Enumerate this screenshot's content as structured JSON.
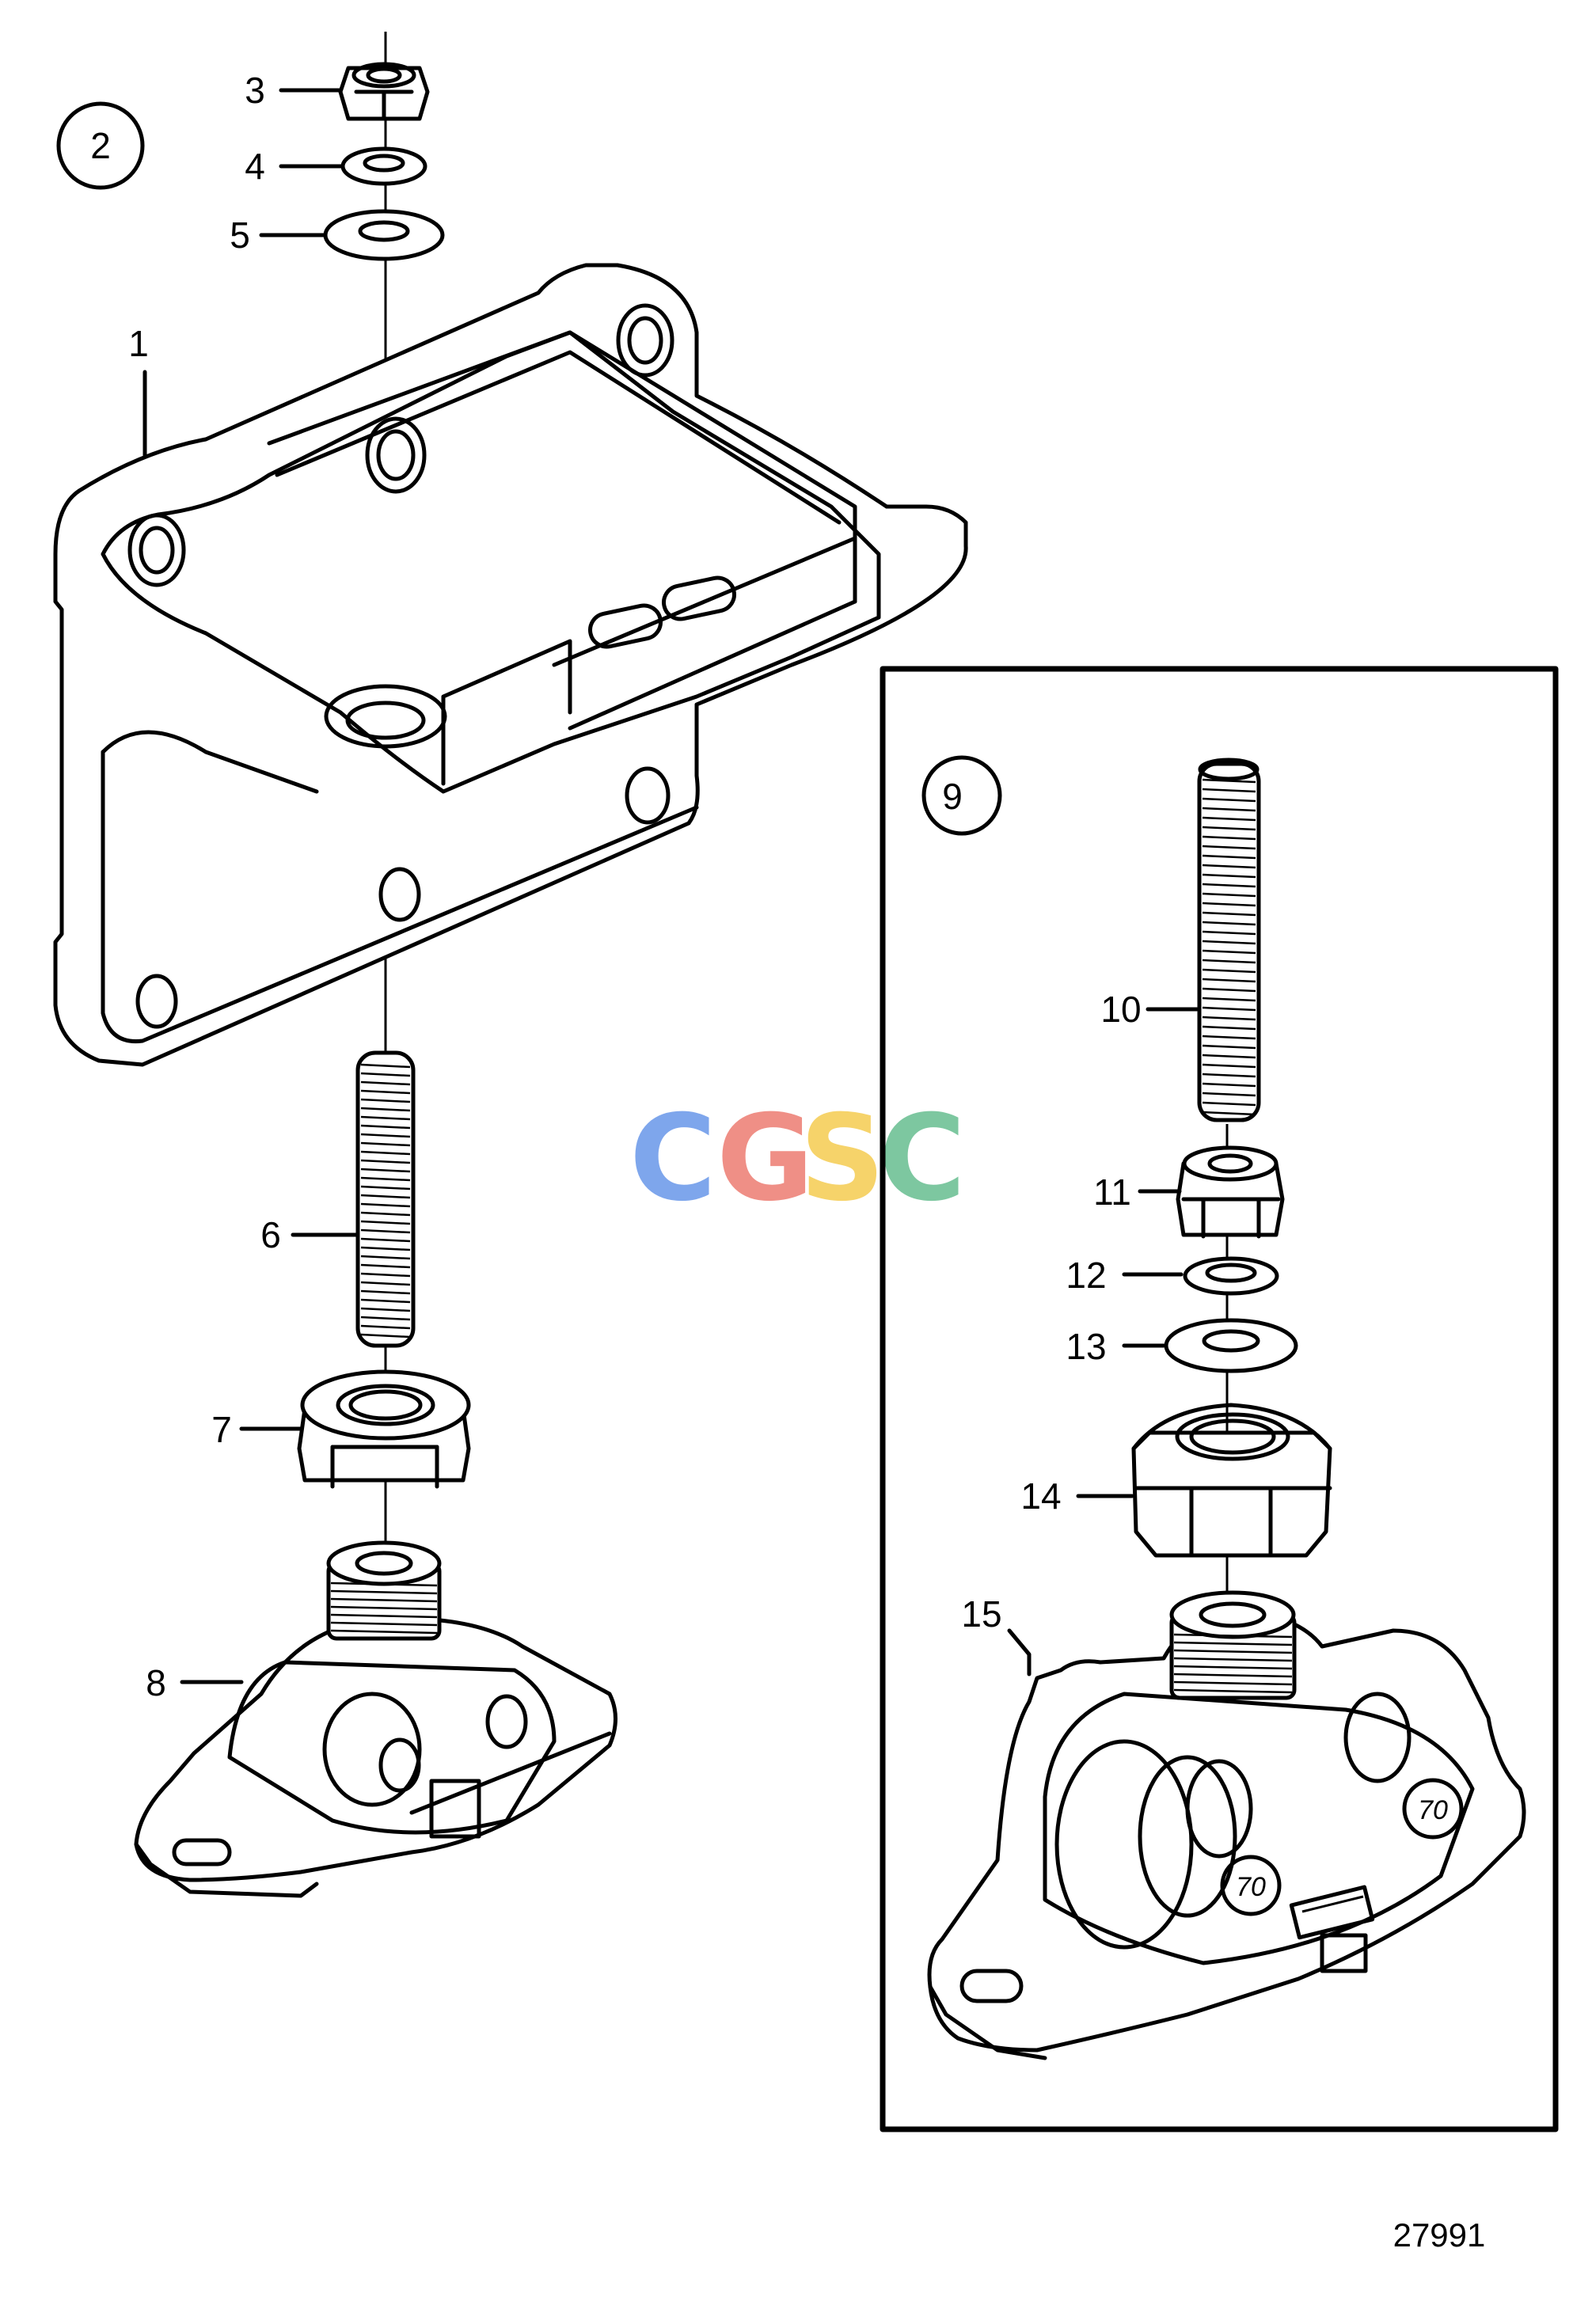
{
  "figure_number": "27991",
  "watermark": {
    "letters": [
      "C",
      "G",
      "S",
      "C"
    ],
    "colors": [
      "#7ea6ec",
      "#ef8f86",
      "#f6d36a",
      "#7dc7a0"
    ]
  },
  "assembly_circles": [
    "2",
    "9"
  ],
  "callouts": {
    "c1": "1",
    "c3": "3",
    "c4": "4",
    "c5": "5",
    "c6": "6",
    "c7": "7",
    "c8": "8",
    "c10": "10",
    "c11": "11",
    "c12": "12",
    "c13": "13",
    "c14": "14",
    "c15": "15"
  },
  "mount_marking": "70"
}
